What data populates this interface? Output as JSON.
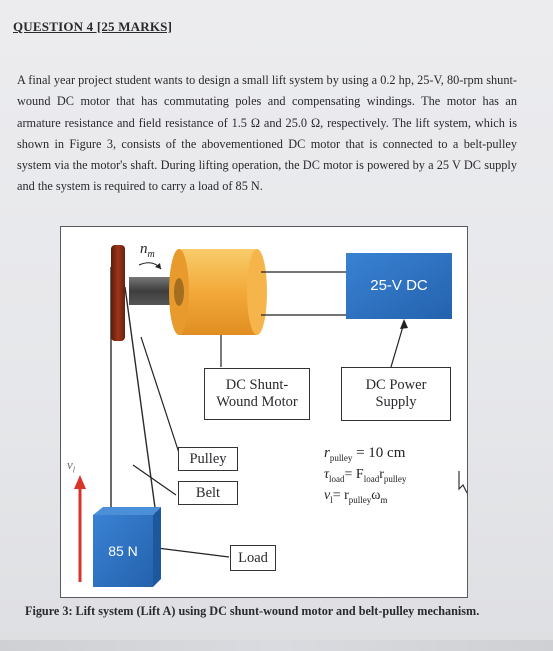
{
  "question": {
    "title": "QUESTION 4 [25 MARKS]",
    "paragraph": "A final year project student wants to design a small lift system by using a 0.2 hp, 25-V, 80-rpm shunt-wound DC motor that has commutating poles and compensating windings. The motor has an armature resistance and field resistance of 1.5 Ω and 25.0 Ω, respectively. The lift system, which is shown in Figure 3, consists of the abovementioned DC motor that is connected to a belt-pulley system via the motor's shaft. During lifting operation, the DC motor is powered by a 25 V DC supply and the system is required to carry a load of 85 N."
  },
  "figure": {
    "speed_label": "n",
    "speed_sub": "m",
    "supply_block_label": "25-V DC",
    "motor_box_line1": "DC Shunt-",
    "motor_box_line2": "Wound Motor",
    "supply_box_line1": "DC Power",
    "supply_box_line2": "Supply",
    "pulley_box": "Pulley",
    "belt_box": "Belt",
    "load_box": "Load",
    "load_block_label": "85 N",
    "velocity_label": "v",
    "velocity_sub": "l",
    "eq1": {
      "lhs": "r",
      "lhs_sub": "pulley",
      "rhs": "= 10 cm"
    },
    "eq2": {
      "lhs": "τ",
      "lhs_sub": "load",
      "rhs": "= F",
      "rhs_sub": "load",
      "rhs2": "r",
      "rhs2_sub": "pulley"
    },
    "eq3": {
      "lhs": "v",
      "lhs_sub": "l",
      "rhs": "= r",
      "rhs_sub": "pulley",
      "rhs2": "ω",
      "rhs2_sub": "m"
    },
    "colors": {
      "motor_orange": "#f5b041",
      "supply_blue": "#2e6fbf",
      "load_blue": "#2f74c4",
      "shaft_gray": "#545454",
      "pulley_red": "#8a2a14",
      "arrow_red": "#d9342b"
    },
    "caption": "Figure 3: Lift system (Lift A) using DC shunt-wound motor and belt-pulley mechanism."
  }
}
